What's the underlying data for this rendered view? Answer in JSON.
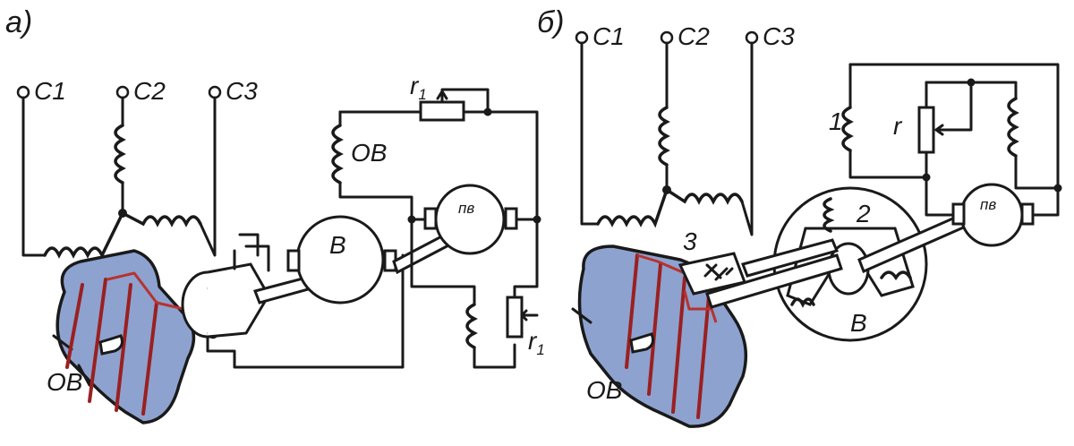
{
  "panels": {
    "a": {
      "panel_label": "а)",
      "terminals": [
        "C1",
        "C2",
        "C3"
      ],
      "field_winding_top": "OB",
      "rheostat_top": "r",
      "rheostat_top_sub": "1",
      "exciter": "B",
      "pilot_exciter": "пв",
      "rheostat_bottom": "r",
      "rheostat_bottom_sub": "1",
      "rotor_winding": "OB"
    },
    "b": {
      "panel_label": "б)",
      "terminals": [
        "C1",
        "C2",
        "C3"
      ],
      "coil_1": "1",
      "rheostat": "r",
      "exciter_winding_2": "2",
      "rectifier_3": "3",
      "pilot_exciter": "пв",
      "exciter": "B",
      "rotor_winding": "OB"
    }
  },
  "colors": {
    "pole_fill": "#8da2cf",
    "winding_red": "#b8322e",
    "line": "#1a1a1a"
  }
}
